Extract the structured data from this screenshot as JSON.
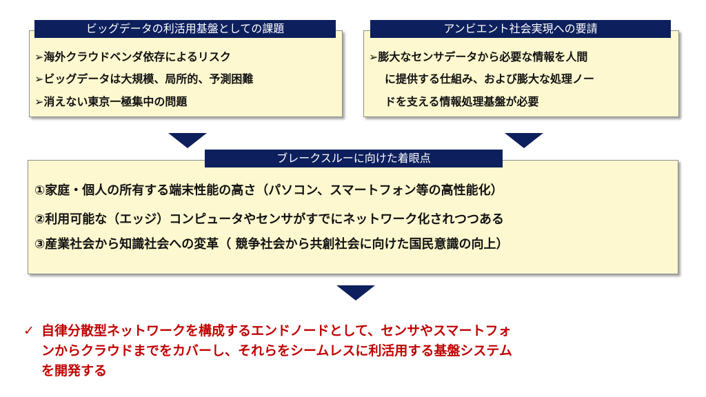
{
  "panel_left": {
    "title": "ビッグデータの利活用基盤としての課題",
    "items": [
      "➢海外クラウドベンダ依存によるリスク",
      "➢ビッグデータは大規模、局所的、予測困難",
      "➢消えない東京一極集中の問題"
    ]
  },
  "panel_right": {
    "title": "アンビエント社会実現への要請",
    "lines": [
      "➢膨大なセンサデータから必要な情報を人間",
      "に提供する仕組み、および膨大な処理ノー",
      "ドを支える情報処理基盤が必要"
    ]
  },
  "panel_center": {
    "title": "ブレークスルーに向けた着眼点",
    "items": [
      "①家庭・個人の所有する端末性能の高さ（パソコン、スマートフォン等の高性能化）",
      "②利用可能な（エッジ）コンピュータやセンサがすでにネットワーク化されつつある",
      "③産業社会から知識社会への変革（ 競争社会から共創社会に向けた国民意識の向上）"
    ]
  },
  "conclusion": {
    "mark": "✓",
    "lines": [
      "自律分散型ネットワークを構成するエンドノードとして、センサやスマートフォ",
      "ンからクラウドまでをカバーし、それらをシームレスに利活用する基盤システム",
      "を開発する"
    ]
  },
  "colors": {
    "header_bg": "#0d1f5c",
    "panel_bg": "#fdf8cf",
    "conclusion_text": "#c00000"
  }
}
